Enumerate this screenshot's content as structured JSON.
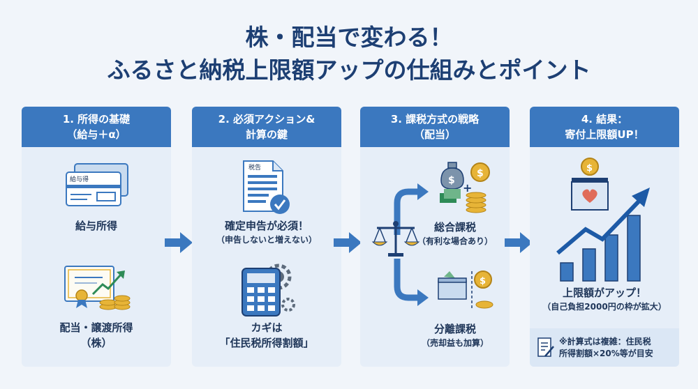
{
  "title": {
    "line1": "株・配当で変わる！",
    "line2": "ふるさと納税上限額アップの仕組みとポイント"
  },
  "colors": {
    "accent": "#3b78bf",
    "navy": "#1d3f73",
    "panel": "#e6eef8",
    "gold": "#e7b437",
    "green": "#2e8b57",
    "heart": "#e06c5a"
  },
  "panels": [
    {
      "heading1": "1. 所得の基礎",
      "heading2": "（給与＋α）",
      "item1": {
        "icon": "salary-slip-icon",
        "card_text": "給与得",
        "label": "給与所得"
      },
      "item2": {
        "icon": "certificate-coins-icon",
        "label1": "配当・譲渡所得",
        "label2": "（株）"
      }
    },
    {
      "heading1": "2. 必須アクション&",
      "heading2": "計算の鍵",
      "item1": {
        "icon": "tax-return-form-icon",
        "form_text": "税告",
        "label": "確定申告が必須！",
        "sub": "（申告しないと増えない）"
      },
      "item2": {
        "icon": "calculator-gear-icon",
        "label1": "カギは",
        "label2": "「住民税所得割額」"
      }
    },
    {
      "heading1": "3. 課税方式の戦略",
      "heading2": "（配当）",
      "item1": {
        "icon": "money-bag-coins-icon",
        "label": "総合課税",
        "sub": "（有利な場合あり）"
      },
      "item2": {
        "icon": "separate-box-coin-icon",
        "label": "分離課税",
        "sub": "（売却益も加算）"
      },
      "center_icon": "balance-scale-icon"
    },
    {
      "heading1": "4. 結果：",
      "heading2": "寄付上限額UP！",
      "item1": {
        "icon": "rising-bar-chart-icon",
        "label": "上限額がアップ！",
        "sub": "（自己負担2000円の枠が拡大）"
      },
      "note": {
        "icon": "memo-pen-icon",
        "line1": "※計算式は複雑：住民税",
        "line2": "所得割額×20%等が目安"
      }
    }
  ]
}
